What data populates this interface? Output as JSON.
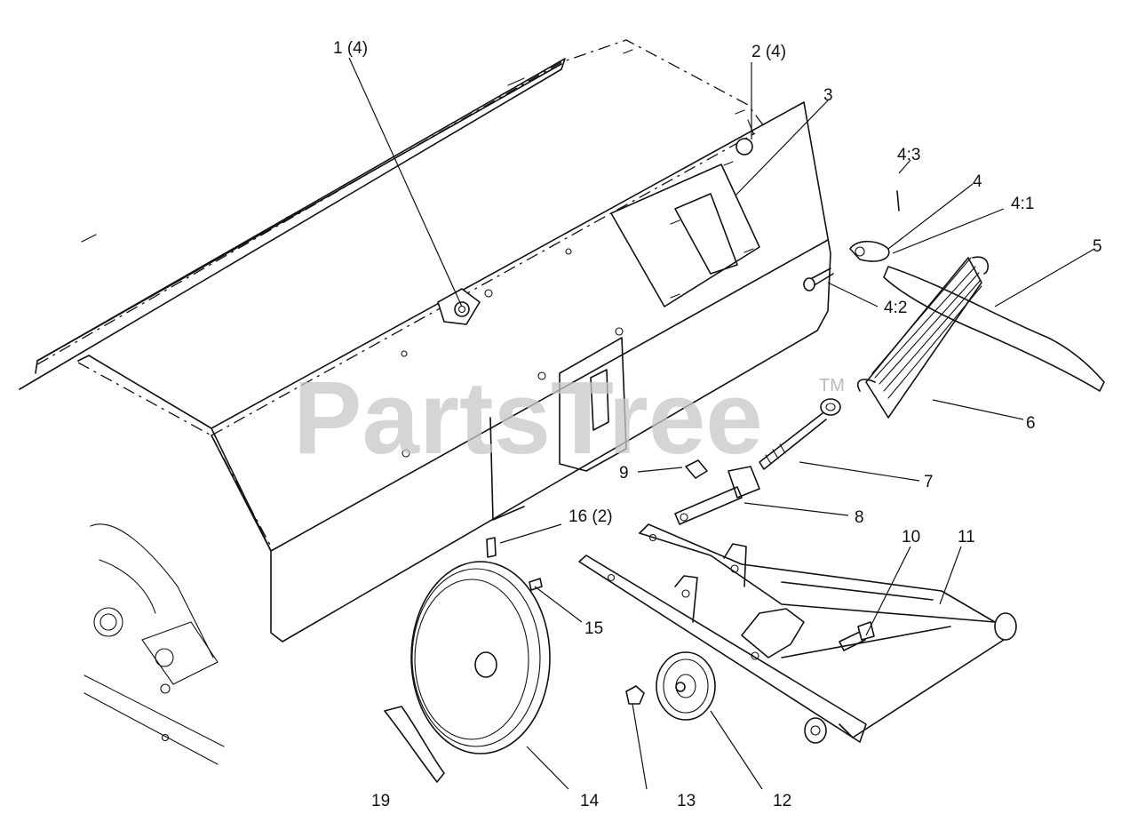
{
  "watermark": {
    "text": "PartsTree",
    "trademark": "TM"
  },
  "callouts": [
    {
      "id": "1",
      "label": "1 (4)"
    },
    {
      "id": "2",
      "label": "2 (4)"
    },
    {
      "id": "3",
      "label": "3"
    },
    {
      "id": "4:3",
      "label": "4:3"
    },
    {
      "id": "4",
      "label": "4"
    },
    {
      "id": "4:1",
      "label": "4:1"
    },
    {
      "id": "5",
      "label": "5"
    },
    {
      "id": "4:2",
      "label": "4:2"
    },
    {
      "id": "6",
      "label": "6"
    },
    {
      "id": "7",
      "label": "7"
    },
    {
      "id": "9",
      "label": "9"
    },
    {
      "id": "8",
      "label": "8"
    },
    {
      "id": "16",
      "label": "16 (2)"
    },
    {
      "id": "10",
      "label": "10"
    },
    {
      "id": "11",
      "label": "11"
    },
    {
      "id": "15",
      "label": "15"
    },
    {
      "id": "19",
      "label": "19"
    },
    {
      "id": "14",
      "label": "14"
    },
    {
      "id": "13",
      "label": "13"
    },
    {
      "id": "12",
      "label": "12"
    }
  ]
}
